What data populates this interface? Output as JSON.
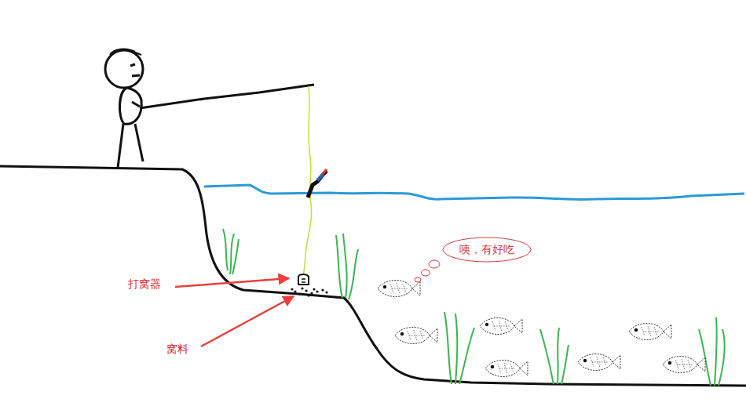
{
  "diagram": {
    "nodes": [
      {
        "text": [
          "咦，有好吃"
        ]
      }
    ],
    "labels": [
      "打窝器",
      "窝料"
    ]
  }
}
